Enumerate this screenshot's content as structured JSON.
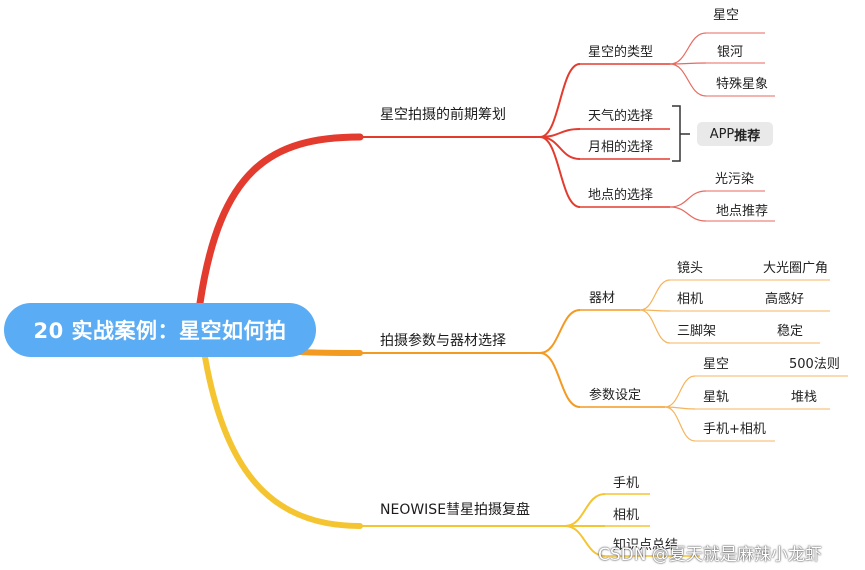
{
  "title": "20 实战案例：星空如何拍",
  "colors": {
    "root": "#5aacf5",
    "branch1": "#e33b2e",
    "branch2": "#f39a23",
    "branch3": "#f5c431"
  },
  "branches": [
    {
      "label": "星空拍摄的前期筹划",
      "children": [
        {
          "label": "星空的类型",
          "children": [
            {
              "label": "星空"
            },
            {
              "label": "银河"
            },
            {
              "label": "特殊星象"
            }
          ]
        },
        {
          "label": "天气的选择"
        },
        {
          "label": "月相的选择"
        },
        {
          "label": "地点的选择",
          "children": [
            {
              "label": "光污染"
            },
            {
              "label": "地点推荐"
            }
          ]
        }
      ],
      "summary": {
        "prefix": "APP",
        "bold": "推荐"
      }
    },
    {
      "label": "拍摄参数与器材选择",
      "children": [
        {
          "label": "器材",
          "children": [
            {
              "label": "镜头",
              "note": "大光圈广角"
            },
            {
              "label": "相机",
              "note": "高感好"
            },
            {
              "label": "三脚架",
              "note": "稳定"
            }
          ]
        },
        {
          "label": "参数设定",
          "children": [
            {
              "label": "星空",
              "note": "500法则"
            },
            {
              "label": "星轨",
              "note": "堆栈"
            },
            {
              "label": "手机+相机"
            }
          ]
        }
      ]
    },
    {
      "label": "NEOWISE彗星拍摄复盘",
      "children": [
        {
          "label": "手机"
        },
        {
          "label": "相机"
        },
        {
          "label": "知识点总结"
        }
      ]
    }
  ],
  "watermark": "CSDN @夏天就是麻辣小龙虾"
}
